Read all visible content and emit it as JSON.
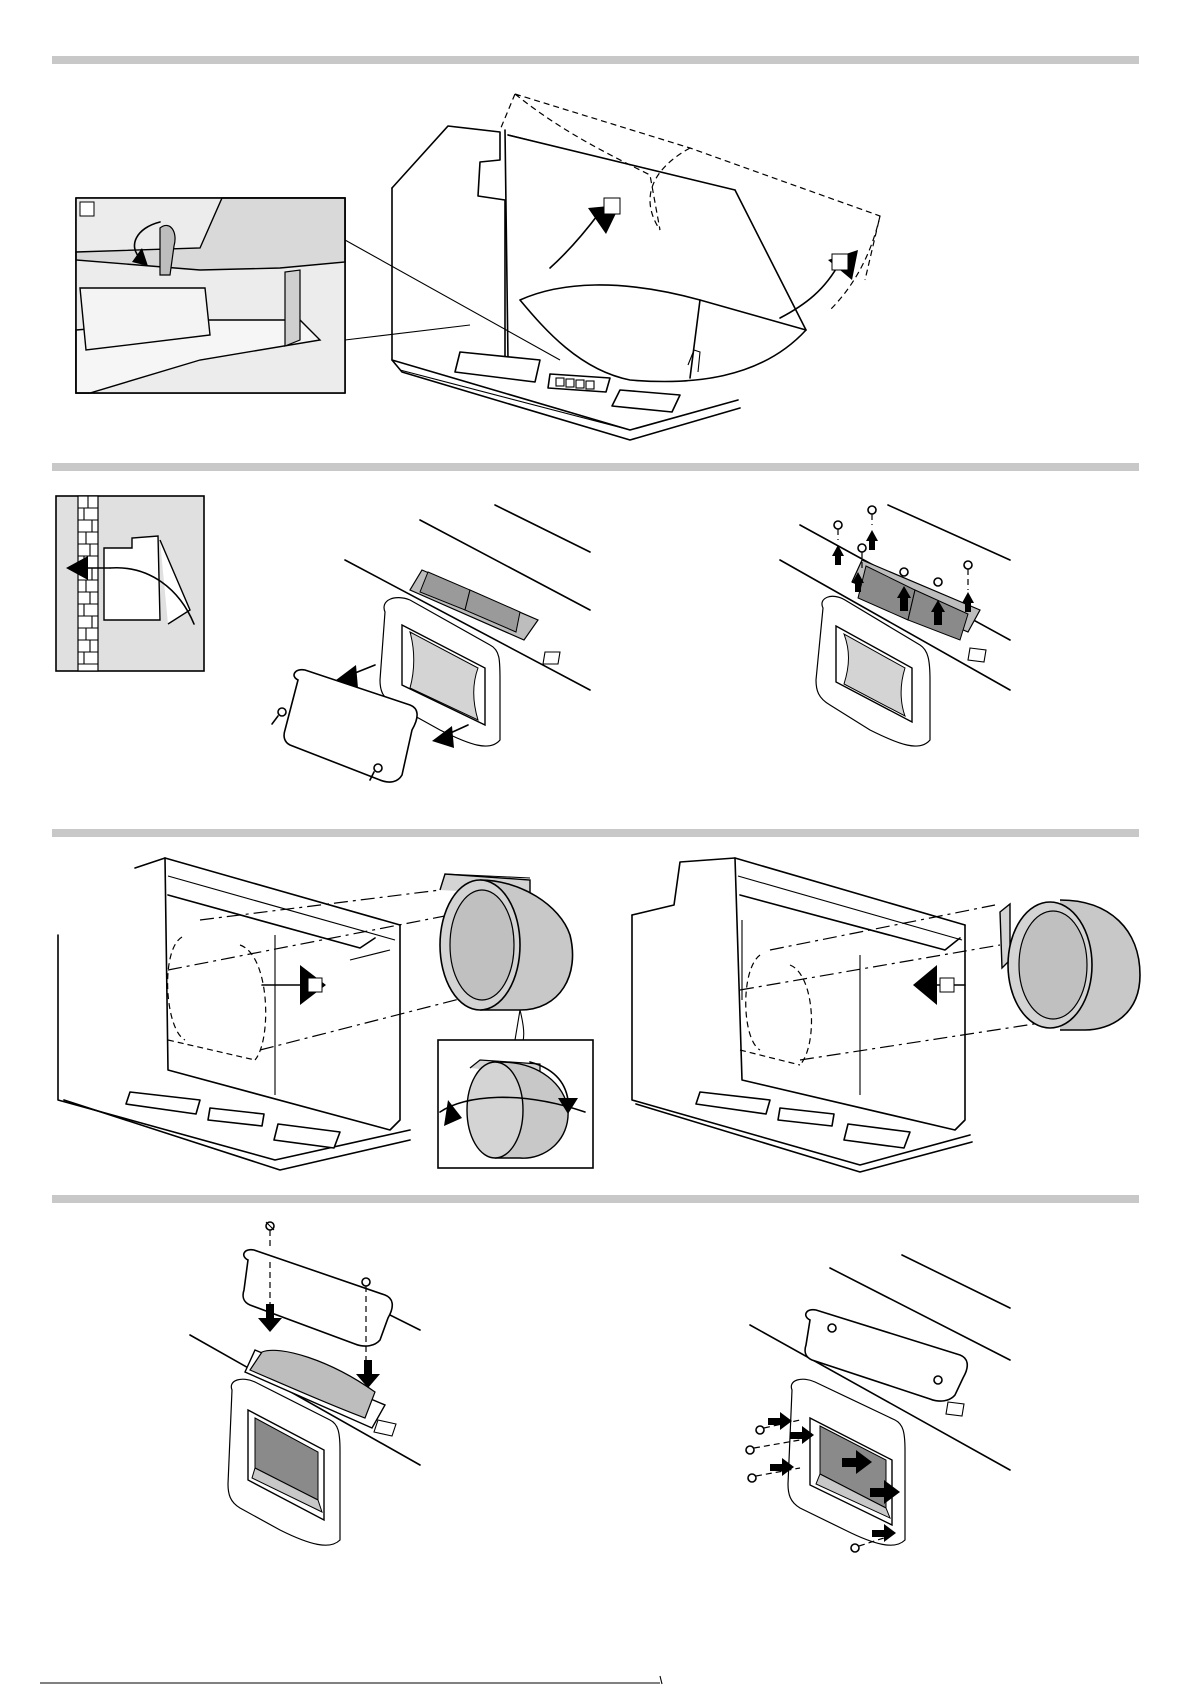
{
  "page": {
    "sections": [
      {
        "id": "step-open-panel",
        "step_markers": [
          "",
          "",
          ""
        ]
      },
      {
        "id": "step-remove-cover",
        "step_markers": []
      },
      {
        "id": "step-insert-filter",
        "step_markers": [
          "",
          ""
        ]
      },
      {
        "id": "step-refit-cover",
        "step_markers": []
      }
    ]
  },
  "icons": {
    "arrow": "arrow-icon",
    "screw": "screw-icon",
    "brick-wall": "brick-wall-icon",
    "rotate": "rotate-arrow-icon"
  },
  "colors": {
    "divider": "#c8c8c8",
    "panel_fill": "#e6e6e6",
    "filter_fill": "#bdbdbd",
    "inset_border": "#000000"
  }
}
